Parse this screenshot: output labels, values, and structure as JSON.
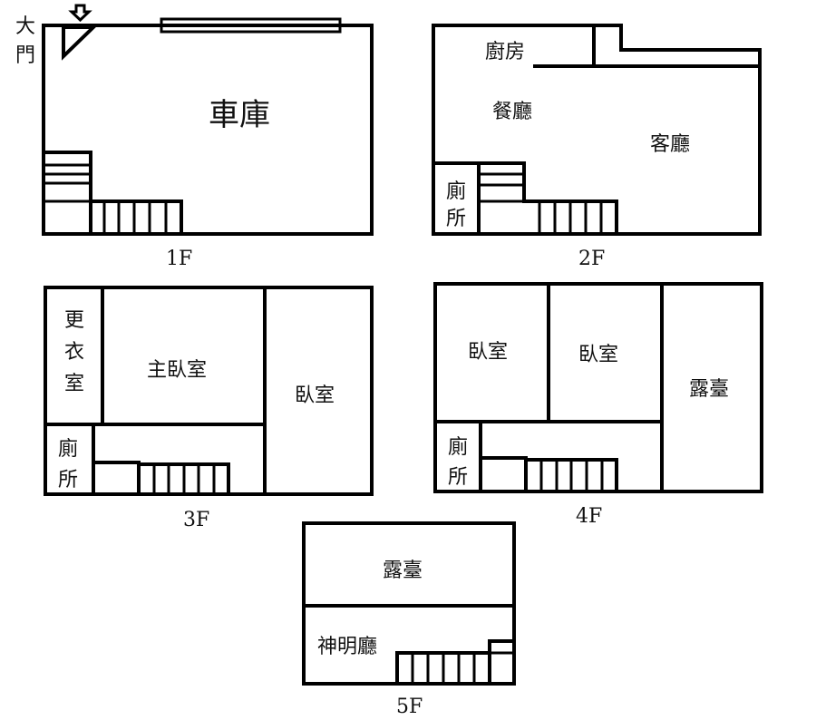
{
  "entrance_label": [
    "大",
    "門"
  ],
  "floors": {
    "f1": {
      "label": "1F",
      "rooms": {
        "garage": "車庫"
      }
    },
    "f2": {
      "label": "2F",
      "rooms": {
        "kitchen": "廚房",
        "dining": "餐廳",
        "living": "客廳",
        "toilet": [
          "廁",
          "所"
        ]
      }
    },
    "f3": {
      "label": "3F",
      "rooms": {
        "dressing": [
          "更",
          "衣",
          "室"
        ],
        "master_bedroom": "主臥室",
        "bedroom": "臥室",
        "toilet": [
          "廁",
          "所"
        ]
      }
    },
    "f4": {
      "label": "4F",
      "rooms": {
        "bedroom1": "臥室",
        "bedroom2": "臥室",
        "terrace": "露臺",
        "toilet": [
          "廁",
          "所"
        ]
      }
    },
    "f5": {
      "label": "5F",
      "rooms": {
        "terrace": "露臺",
        "shrine_hall": "神明廳"
      }
    }
  },
  "colors": {
    "line": "#000000",
    "background": "#ffffff"
  }
}
